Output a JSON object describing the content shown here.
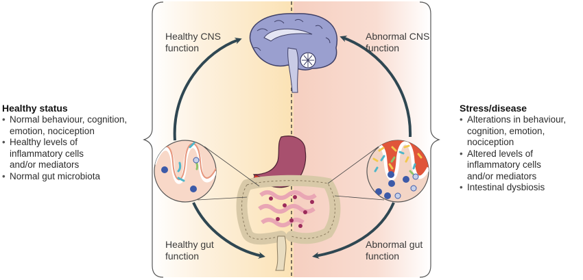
{
  "left_side": {
    "title": "Healthy status",
    "items": [
      "Normal behaviour, cognition, emotion, nociception",
      "Healthy levels of inflammatory cells and/or mediators",
      "Normal gut microbiota"
    ]
  },
  "right_side": {
    "title": "Stress/disease",
    "items": [
      "Alterations in behaviour, cognition, emotion, nociception",
      "Altered levels of inflammatory cells and/or mediators",
      "Intestinal dysbiosis"
    ]
  },
  "labels": {
    "healthy_cns": "Healthy CNS function",
    "abnormal_cns": "Abnormal CNS function",
    "healthy_gut": "Healthy gut function",
    "abnormal_gut": "Abnormal gut function"
  },
  "colors": {
    "healthy_bg": "#fbe2b4",
    "disease_bg": "#f6cfc0",
    "arrow": "#2f4752",
    "brain": "#9a9fcf",
    "inflamed_tissue": "#e0553a"
  }
}
